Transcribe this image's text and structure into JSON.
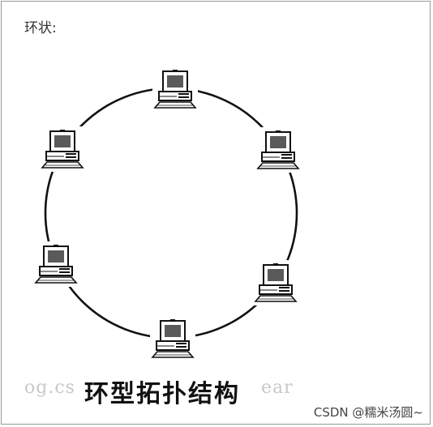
{
  "label": "环状:",
  "caption": "环型拓扑结构",
  "watermark_left": "og.cs",
  "watermark_right": "ear",
  "credit": "CSDN @糯米汤圆~",
  "topology": {
    "type": "ring",
    "nodes": [
      "computer",
      "computer",
      "computer",
      "computer",
      "computer",
      "computer"
    ]
  }
}
